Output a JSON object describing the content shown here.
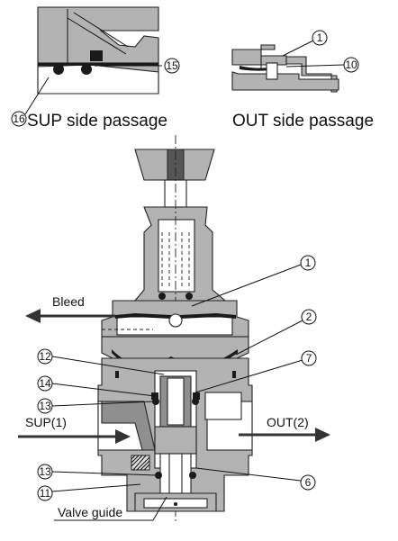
{
  "captions": {
    "sup_side": "SUP side passage",
    "out_side": "OUT side passage"
  },
  "ports": {
    "sup": "SUP(1)",
    "out": "OUT(2)",
    "bleed": "Bleed"
  },
  "labels": {
    "valve_guide": "Valve guide"
  },
  "callouts": {
    "c1": "1",
    "c2": "2",
    "c6": "6",
    "c7": "7",
    "c10": "10",
    "c11": "11",
    "c12": "12",
    "c13": "13",
    "c14": "14",
    "c15": "15",
    "c16": "16"
  },
  "colors": {
    "body_gray": "#b3b3b3",
    "dark_gray": "#8f8f8f",
    "ink": "#111111"
  }
}
